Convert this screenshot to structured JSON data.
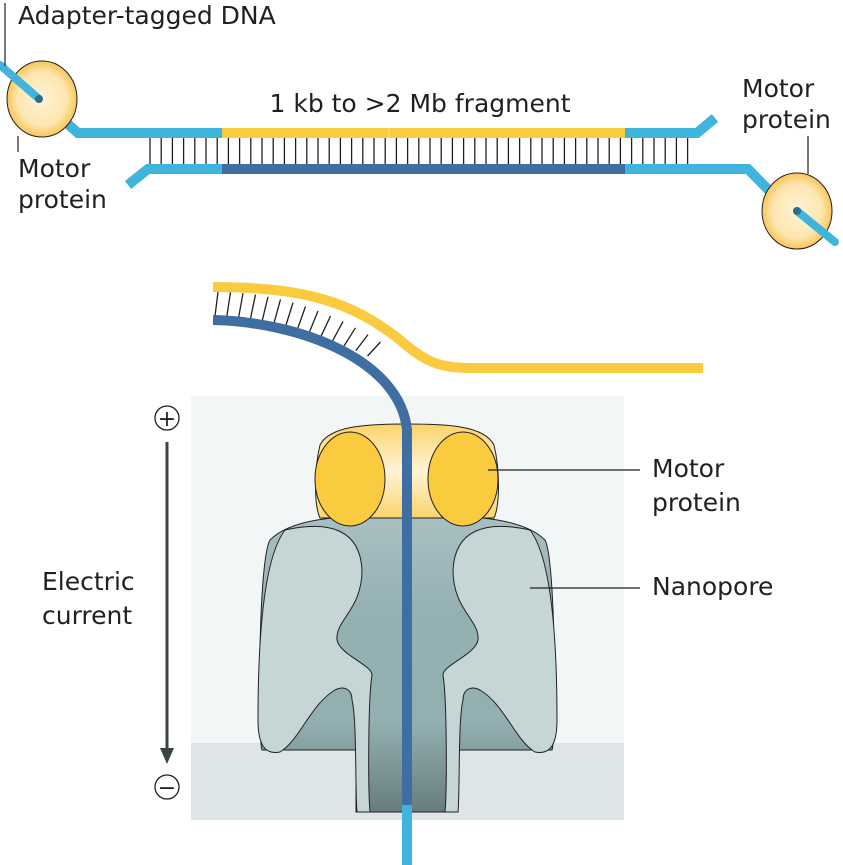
{
  "top_panel": {
    "adapter_label": "Adapter-tagged DNA",
    "fragment_label": "1 kb to >2 Mb fragment",
    "motor_left_label": [
      "Motor",
      "protein"
    ],
    "motor_right_label": [
      "Motor",
      "protein"
    ]
  },
  "bottom_panel": {
    "current_label": [
      "Electric",
      "current"
    ],
    "plus_symbol": "+",
    "minus_symbol": "−",
    "motor_label": [
      "Motor",
      "protein"
    ],
    "nanopore_label": "Nanopore"
  },
  "colors": {
    "adapter": "#3fb4dc",
    "fragment_top": "#fbcb3f",
    "fragment_bottom": "#3f6ea2",
    "motor": "#fbcb3f",
    "nanopore": "#c6d6d7"
  }
}
